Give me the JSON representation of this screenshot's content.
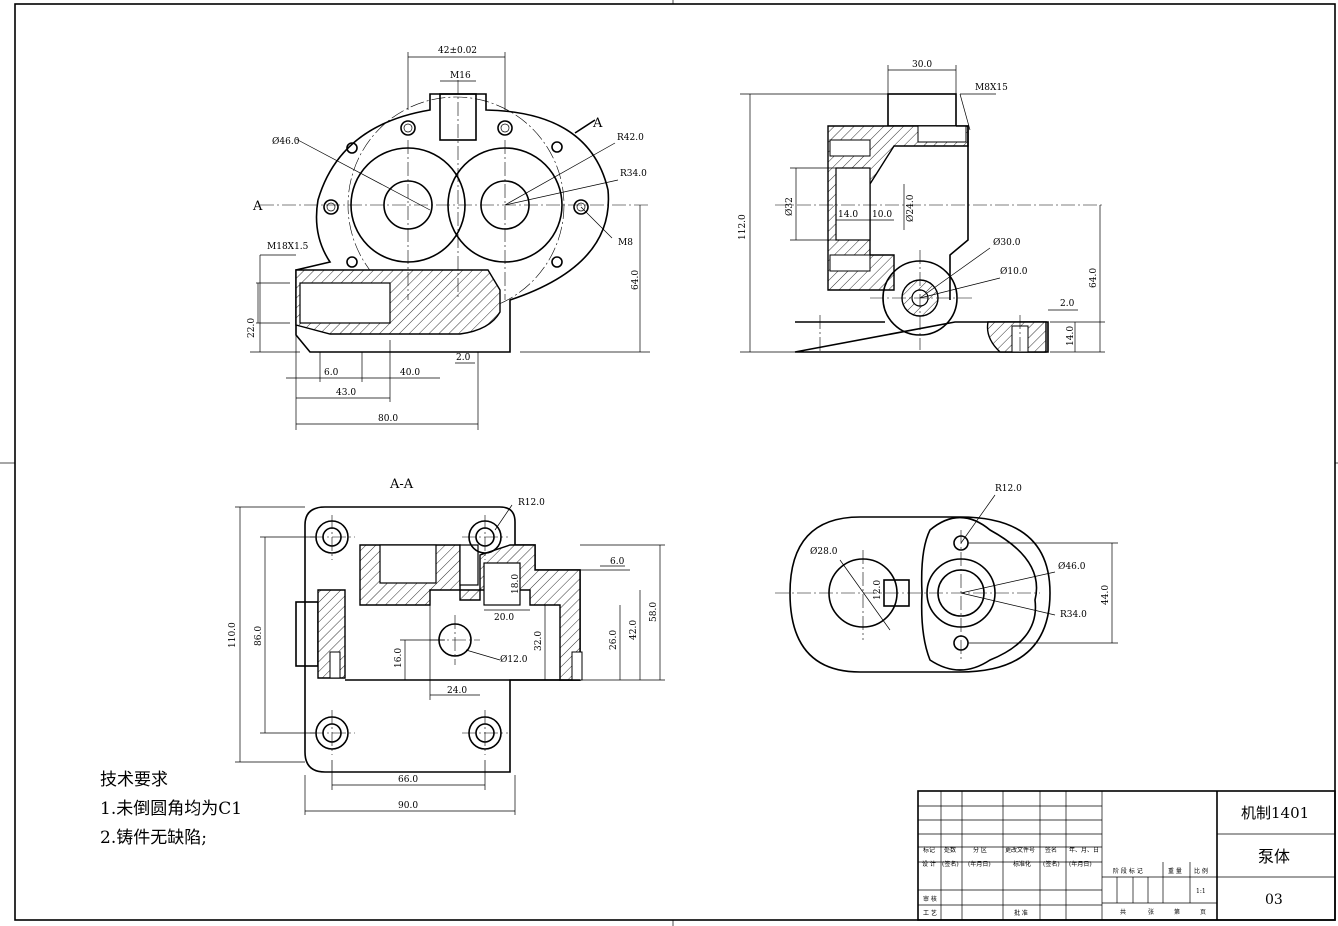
{
  "title_block": {
    "school": "机制1401",
    "part_name": "泵体",
    "drawing_no": "03",
    "scale": "1:1",
    "header_row": [
      "标记",
      "处数",
      "分 区",
      "更改文件号",
      "签名",
      "年、月、日"
    ],
    "design_row": [
      "设 计",
      "(签名)",
      "(年月日)",
      "标准化",
      "(签名)",
      "(年月日)"
    ],
    "stage_labels": [
      "阶 段 标 记",
      "重 量",
      "比 例"
    ],
    "review": "审 核",
    "process": "工 艺",
    "approve": "批 准",
    "sheets": [
      "共",
      "张",
      "第",
      "页"
    ]
  },
  "notes": {
    "heading": "技术要求",
    "items": [
      "1.未倒圆角均为C1",
      "2.铸件无缺陷;"
    ]
  },
  "front_view": {
    "dims": [
      "42±0.02",
      "M16",
      "Ø46.0",
      "R42.0",
      "R34.0",
      "M8",
      "M18X1.5",
      "22.0",
      "64.0",
      "6.0",
      "40.0",
      "2.0",
      "43.0",
      "80.0"
    ],
    "section_mark": "A"
  },
  "side_view": {
    "dims": [
      "30.0",
      "M8X15",
      "112.0",
      "Ø32",
      "14.0",
      "10.0",
      "Ø24.0",
      "Ø30.0",
      "Ø10.0",
      "2.0",
      "64.0",
      "14.0"
    ]
  },
  "section_view": {
    "label": "A-A",
    "dims": [
      "R12.0",
      "110.0",
      "86.0",
      "6.0",
      "18.0",
      "58.0",
      "20.0",
      "32.0",
      "42.0",
      "26.0",
      "16.0",
      "Ø12.0",
      "24.0",
      "66.0",
      "90.0"
    ]
  },
  "bottom_view": {
    "dims": [
      "R12.0",
      "Ø28.0",
      "12.0",
      "Ø46.0",
      "44.0",
      "R34.0"
    ]
  }
}
